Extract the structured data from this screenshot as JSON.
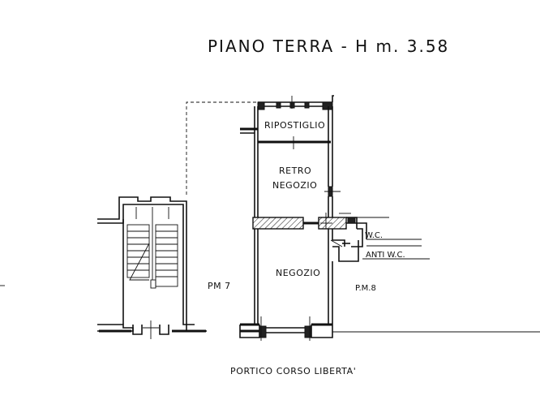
{
  "title": "PIANO TERRA - H m. 3.58",
  "rooms": {
    "ripostiglio": "RIPOSTIGLIO",
    "retro_negozio_line1": "RETRO",
    "retro_negozio_line2": "NEGOZIO",
    "negozio": "NEGOZIO",
    "wc": "W.C.",
    "anti_wc": "ANTI W.C."
  },
  "parcels": {
    "left": "PM 7",
    "right": "P.M.8"
  },
  "street": "PORTICO CORSO LIBERTA'"
}
